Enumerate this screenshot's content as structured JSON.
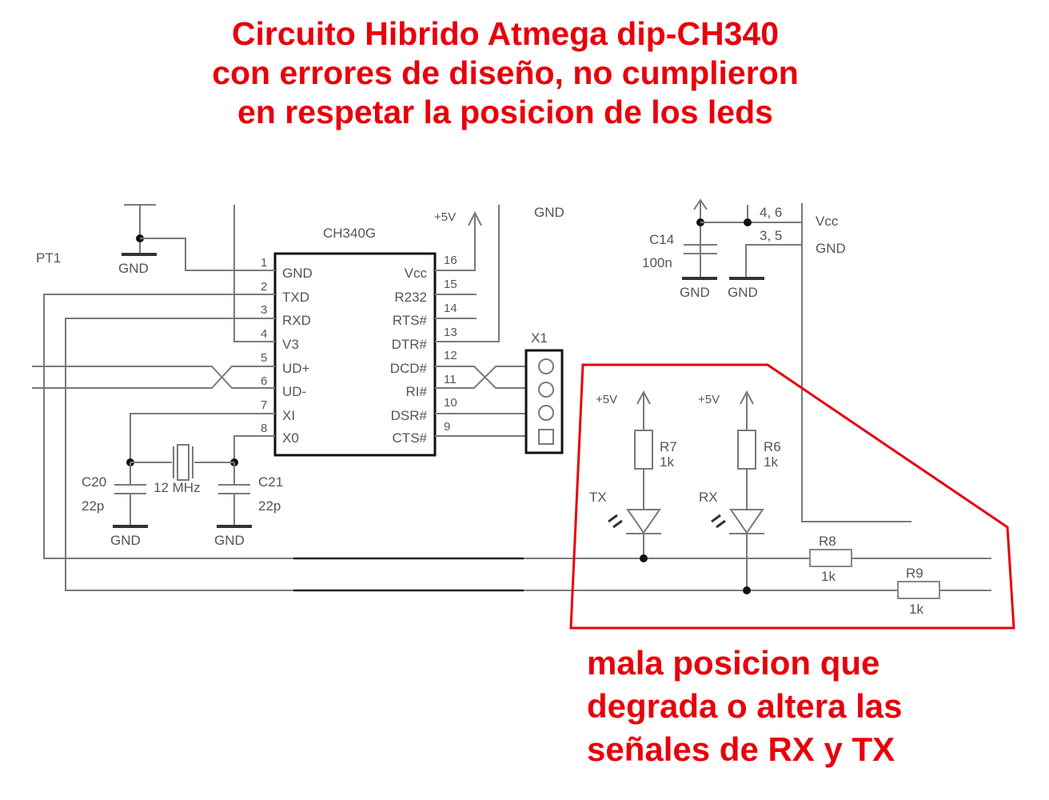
{
  "title": {
    "lines": [
      "Circuito Hibrido Atmega dip-CH340",
      "con errores de diseño, no cumplieron",
      "en respetar la posicion de los leds"
    ],
    "color": "#e8000b"
  },
  "annotation": {
    "lines": [
      "mala posicion que",
      "degrada o altera las",
      "señales de RX y TX"
    ],
    "color": "#e8000b"
  },
  "schematic": {
    "connector_label": "PT1",
    "ic": {
      "name": "CH340G",
      "left_pins": [
        {
          "num": "1",
          "name": "GND"
        },
        {
          "num": "2",
          "name": "TXD"
        },
        {
          "num": "3",
          "name": "RXD"
        },
        {
          "num": "4",
          "name": "V3"
        },
        {
          "num": "5",
          "name": "UD+"
        },
        {
          "num": "6",
          "name": "UD-"
        },
        {
          "num": "7",
          "name": "XI"
        },
        {
          "num": "8",
          "name": "X0"
        }
      ],
      "right_pins": [
        {
          "num": "16",
          "name": "Vcc"
        },
        {
          "num": "15",
          "name": "R232"
        },
        {
          "num": "14",
          "name": "RTS#"
        },
        {
          "num": "13",
          "name": "DTR#"
        },
        {
          "num": "12",
          "name": "DCD#"
        },
        {
          "num": "11",
          "name": "RI#"
        },
        {
          "num": "10",
          "name": "DSR#"
        },
        {
          "num": "9",
          "name": "CTS#"
        }
      ]
    },
    "supply_5v": "+5V",
    "gnd": "GND",
    "header": {
      "name": "X1",
      "pins": 4
    },
    "crystal": {
      "freq": "12 MHz"
    },
    "c20": {
      "ref": "C20",
      "value": "22p"
    },
    "c21": {
      "ref": "C21",
      "value": "22p"
    },
    "c14": {
      "ref": "C14",
      "value": "100n"
    },
    "power_pins": {
      "vcc_pins": "4, 6",
      "gnd_pins": "3, 5",
      "vcc_label": "Vcc",
      "gnd_label": "GND"
    },
    "r7": {
      "ref": "R7",
      "value": "1k"
    },
    "r6": {
      "ref": "R6",
      "value": "1k"
    },
    "r8": {
      "ref": "R8",
      "value": "1k"
    },
    "r9": {
      "ref": "R9",
      "value": "1k"
    },
    "led_tx": "TX",
    "led_rx": "RX"
  }
}
